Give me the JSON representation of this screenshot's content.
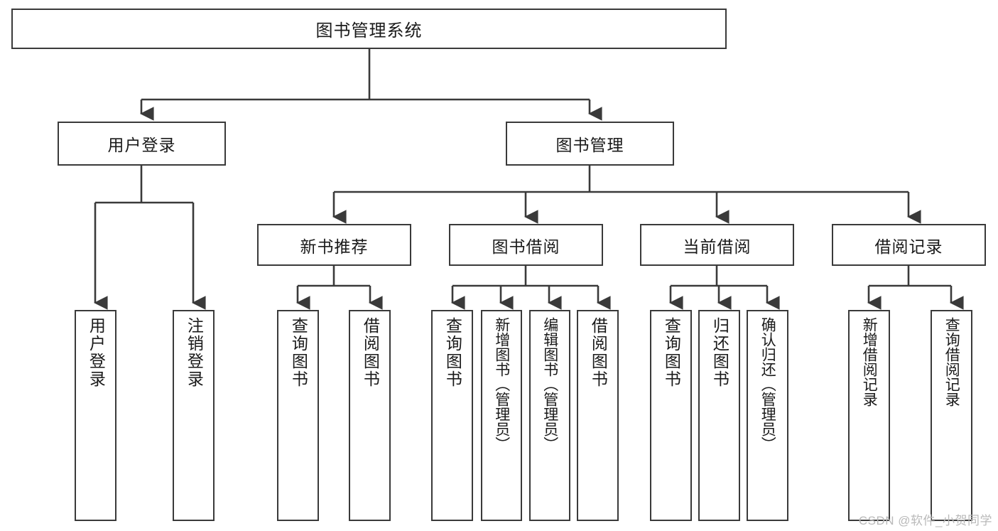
{
  "diagram": {
    "type": "tree-hierarchy-chart",
    "title": "图书管理系统",
    "watermark": "CSDN @软件_小贺同学",
    "colors": {
      "box_border": "#3a3a3a",
      "box_fill": "#ffffff",
      "connector": "#3a3a3a",
      "text": "#1a1a1a",
      "watermark": "#b9b9b9",
      "background": "#ffffff"
    },
    "root": {
      "label": "图书管理系统"
    },
    "level2": [
      {
        "label": "用户登录"
      },
      {
        "label": "图书管理"
      }
    ],
    "level3": [
      {
        "label": "新书推荐"
      },
      {
        "label": "图书借阅"
      },
      {
        "label": "当前借阅"
      },
      {
        "label": "借阅记录"
      }
    ],
    "leaves": {
      "user_login": [
        {
          "label": "用户登录"
        },
        {
          "label": "注销登录"
        }
      ],
      "new_book_recommend": [
        {
          "label": "查询图书"
        },
        {
          "label": "借阅图书"
        }
      ],
      "book_borrow": [
        {
          "label": "查询图书"
        },
        {
          "label": "新增图书（管理员）"
        },
        {
          "label": "编辑图书（管理员）"
        },
        {
          "label": "借阅图书"
        }
      ],
      "current_borrow": [
        {
          "label": "查询图书"
        },
        {
          "label": "归还图书"
        },
        {
          "label": "确认归还（管理员）"
        }
      ],
      "borrow_record": [
        {
          "label": "新增借阅记录"
        },
        {
          "label": "查询借阅记录"
        }
      ]
    }
  }
}
